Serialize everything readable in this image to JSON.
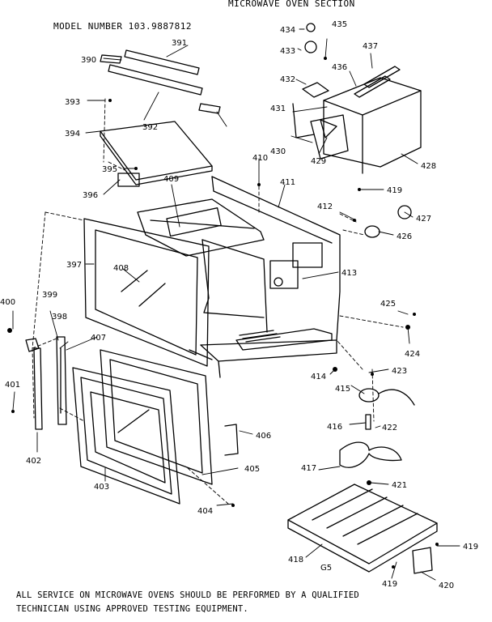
{
  "header": {
    "model_number": "MODEL NUMBER 103.9887812",
    "section_title": "MICROWAVE OVEN SECTION"
  },
  "parts": [
    "390",
    "391",
    "392",
    "393",
    "394",
    "395",
    "396",
    "397",
    "398",
    "399",
    "400",
    "401",
    "402",
    "403",
    "404",
    "405",
    "406",
    "407",
    "408",
    "409",
    "410",
    "411",
    "412",
    "413",
    "414",
    "415",
    "416",
    "417",
    "418",
    "419",
    "420",
    "421",
    "422",
    "423",
    "424",
    "425",
    "426",
    "427",
    "428",
    "429",
    "430",
    "431",
    "432",
    "433",
    "434",
    "435",
    "436",
    "437"
  ],
  "footer": {
    "code": "G5",
    "notice_line1": "ALL SERVICE ON MICROWAVE OVENS SHOULD BE PERFORMED BY A QUALIFIED",
    "notice_line2": "TECHNICIAN USING APPROVED TESTING EQUIPMENT."
  }
}
